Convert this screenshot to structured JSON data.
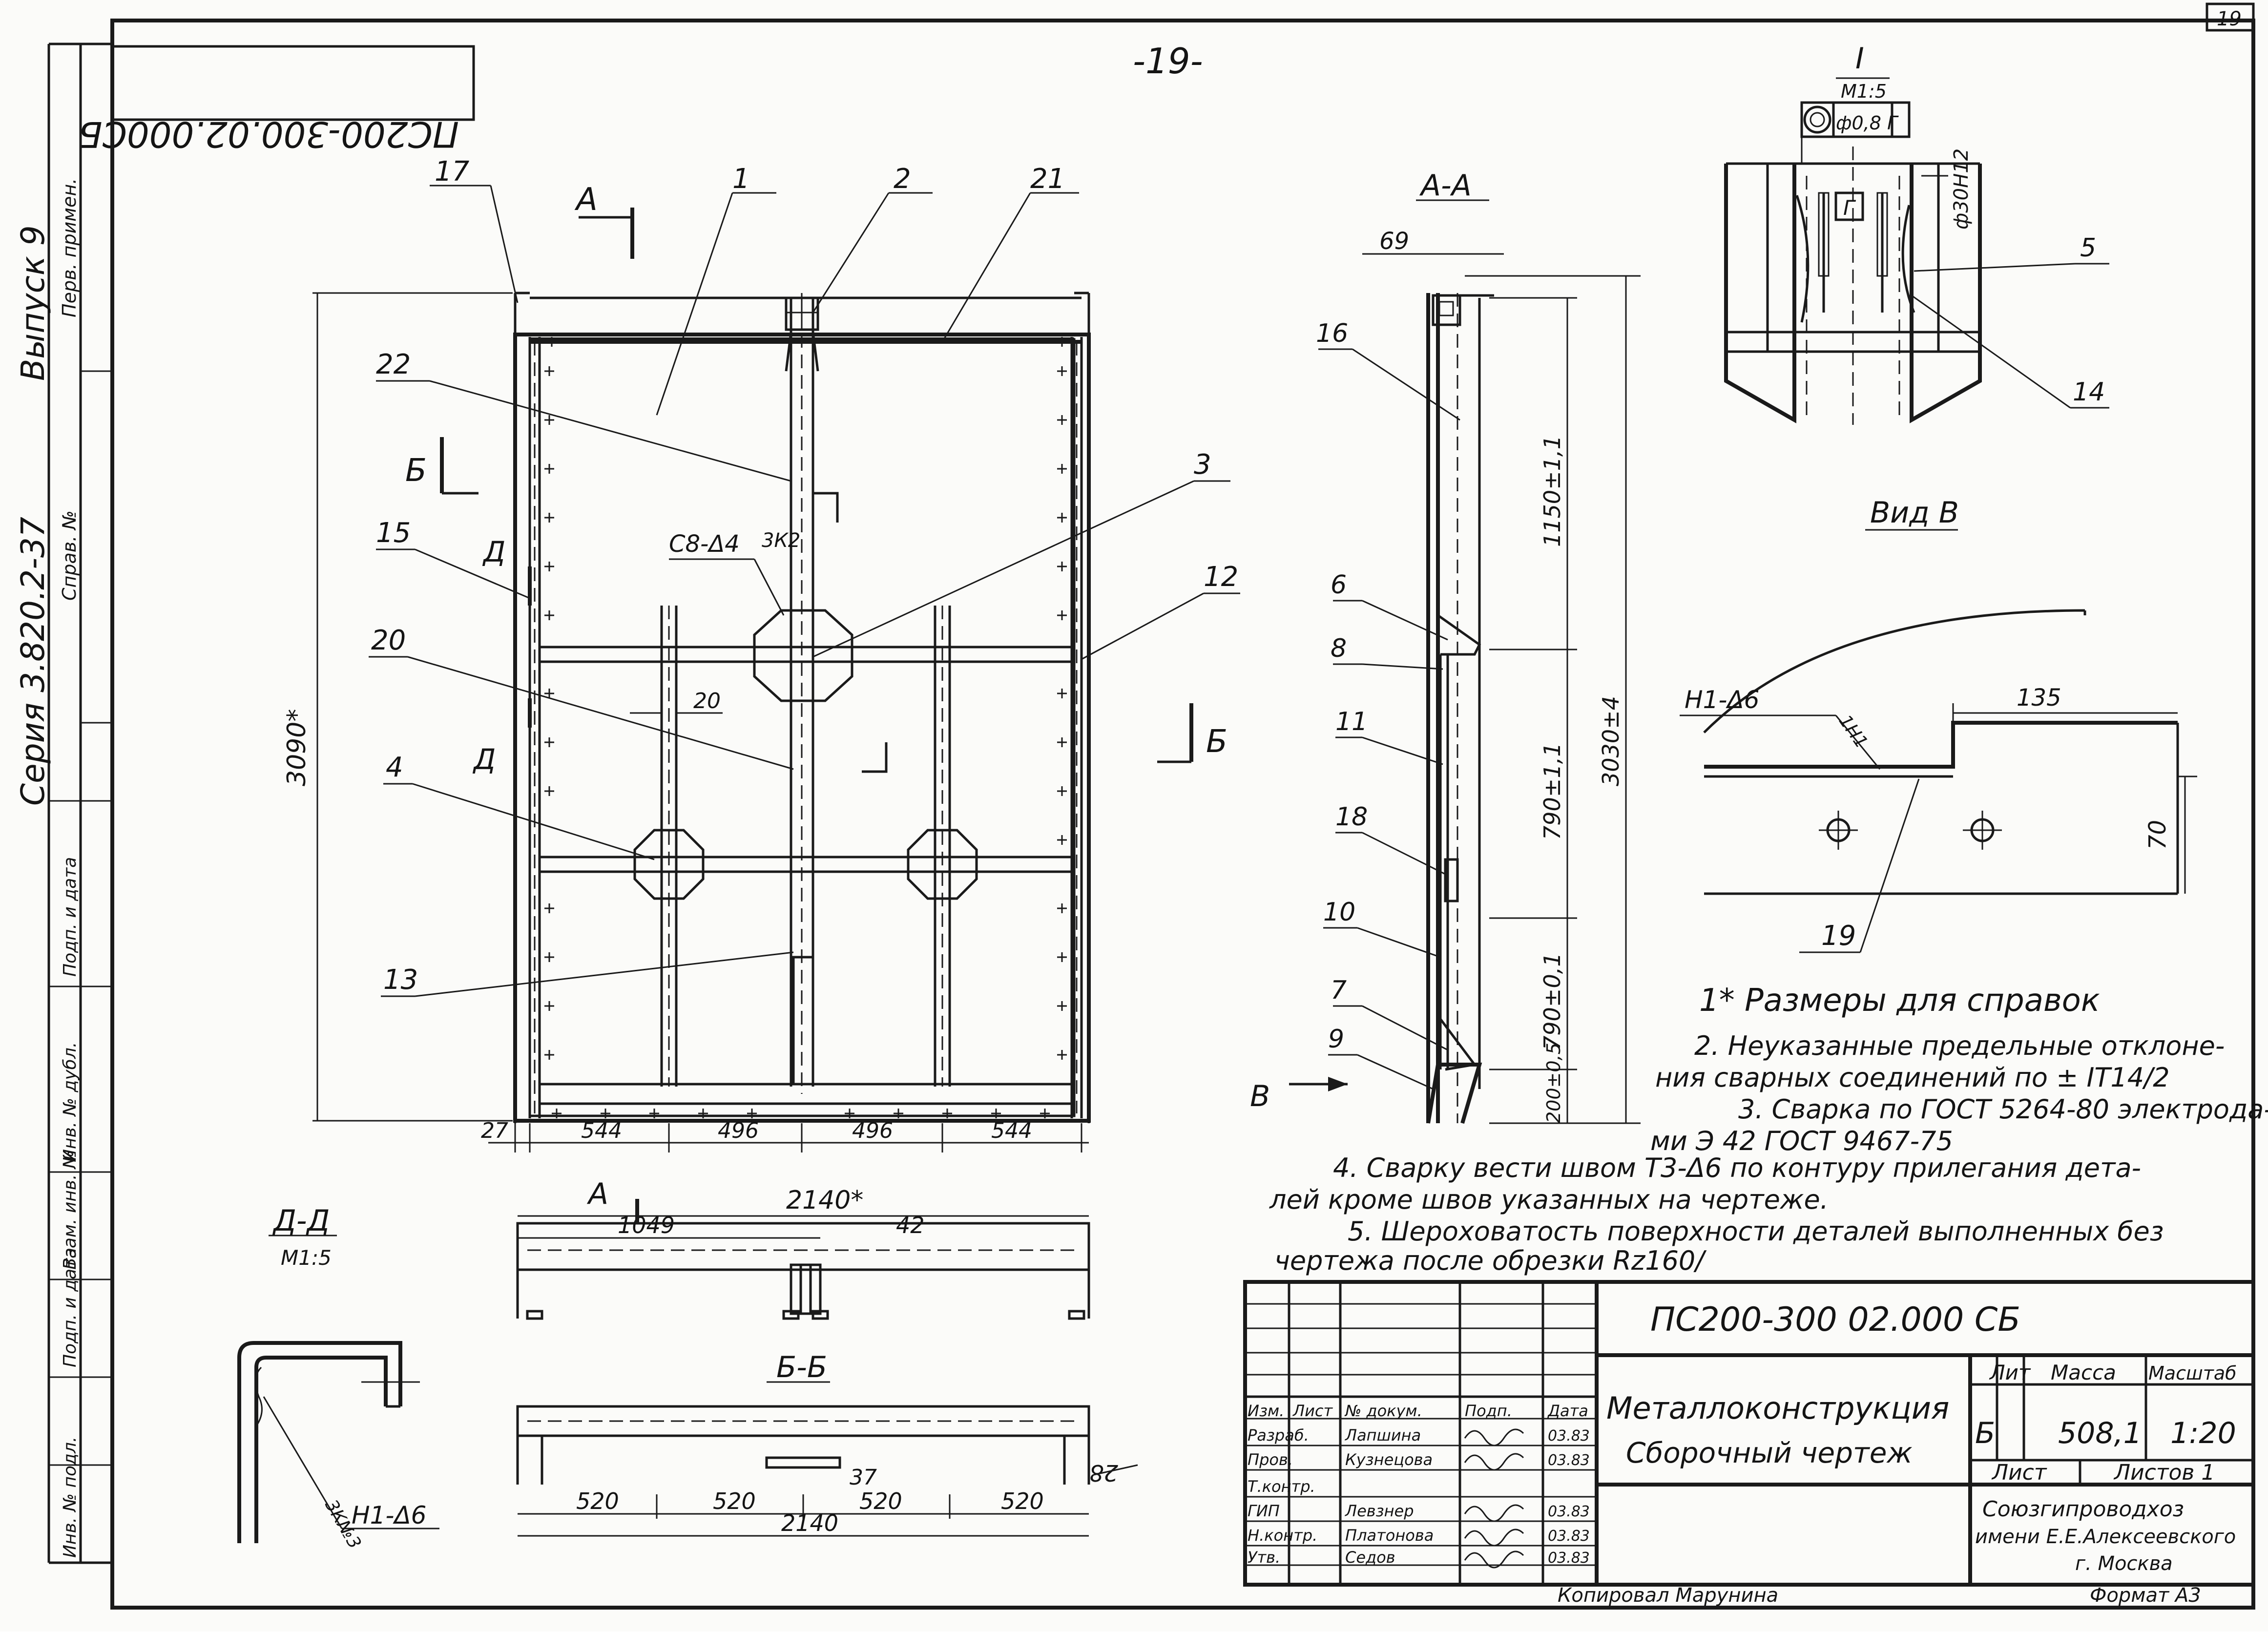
{
  "sheet": {
    "sheet_number": "19",
    "scan_mark": "-19-",
    "mirrored_code": "ПС200-300.02.000СБ"
  },
  "sidebar": {
    "series": "Серия 3.820.2-37",
    "issue": "Выпуск 9",
    "first_used": "Перв. примен.",
    "reference": "Справ. №",
    "cells": [
      "Подп. и дата",
      "Инв. № дубл.",
      "Взам. инв. №",
      "Подп. и дата",
      "Инв. № подл."
    ]
  },
  "main_view": {
    "callouts": [
      "17",
      "1",
      "2",
      "21",
      "22",
      "3",
      "15",
      "12",
      "20",
      "4",
      "13"
    ],
    "section_labels": {
      "a": "А",
      "b": "Б",
      "d": "Д"
    },
    "weld_label": "С8-Δ4",
    "weld_weld": "3К2",
    "dim_height": "3090*",
    "dim_20": "20",
    "dims_bottom": [
      "27",
      "544",
      "496",
      "496",
      "544"
    ]
  },
  "plan_view": {
    "label_a": "А",
    "dim_total": "2140*",
    "dim_1049": "1049",
    "dim_42": "42"
  },
  "section_bb": {
    "title": "Б-Б",
    "dims": [
      "520",
      "520",
      "520",
      "520"
    ],
    "dim_37": "37",
    "dim_total": "2140",
    "dim_28": "28"
  },
  "section_dd": {
    "title": "Д-Д",
    "scale": "М1:5",
    "weld_note": "3К№3",
    "weld_label": "Н1-Δ6"
  },
  "section_aa": {
    "title": "А-А",
    "dim_69": "69",
    "callouts": [
      "16",
      "6",
      "8",
      "11",
      "18",
      "10",
      "7",
      "9"
    ],
    "dims": [
      "1150±1,1",
      "790±1,1",
      "790±0,1",
      "200±0,5",
      "3030±4"
    ],
    "arrow_label": "В"
  },
  "detail_i": {
    "title": "I",
    "scale": "М1:5",
    "tolerance": "ф0,8 Г",
    "dim": "ф30Н12",
    "datum": "Г",
    "callouts": [
      "5",
      "14"
    ]
  },
  "view_v": {
    "title": "Вид В",
    "weld_label": "Н1-Δ6",
    "weld_detail": "1Н1",
    "dim_135": "135",
    "dim_70": "70",
    "callout": "19"
  },
  "notes": [
    "1* Размеры для справок",
    "2. Неуказанные предельные отклоне-",
    "ния сварных соединений   по ± IT14/2",
    "3. Сварка по ГОСТ 5264-80 электрода-",
    "ми  Э 42 ГОСТ 9467-75",
    "4. Сварку вести швом Т3-Δ6 по контуру прилегания дета-",
    "лей кроме швов указанных  на чертеже.",
    "5. Шероховатость  поверхности  деталей  выполненных  без",
    "чертежа после обрезки   Rz160/"
  ],
  "title_block": {
    "code": "ПС200-300 02.000 СБ",
    "name_line1": "Металлоконструкция",
    "name_line2": "Сборочный чертеж",
    "head_lit": "Лит",
    "head_mass": "Масса",
    "head_scale": "Масштаб",
    "lit": "Б",
    "mass": "508,1",
    "scale": "1:20",
    "sheet": "Лист",
    "sheets": "Листов 1",
    "org_line1": "Союзгипроводхоз",
    "org_line2": "имени Е.Е.Алексеевского",
    "org_line3": "г. Москва",
    "header_cols": [
      "Изм.",
      "Лист",
      "№ докум.",
      "Подп.",
      "Дата"
    ],
    "roles": [
      "Разраб.",
      "Пров.",
      "Т.контр.",
      "ГИП",
      "Н.контр.",
      "Утв."
    ],
    "names": [
      "Лапшина",
      "Кузнецова",
      "",
      "Левзнер",
      "Платонова",
      "Седов"
    ],
    "dates": [
      "03.83",
      "03.83",
      "",
      "03.83",
      "03.83",
      "03.83"
    ],
    "copied": "Копировал  Марунина",
    "format": "Формат А3"
  }
}
